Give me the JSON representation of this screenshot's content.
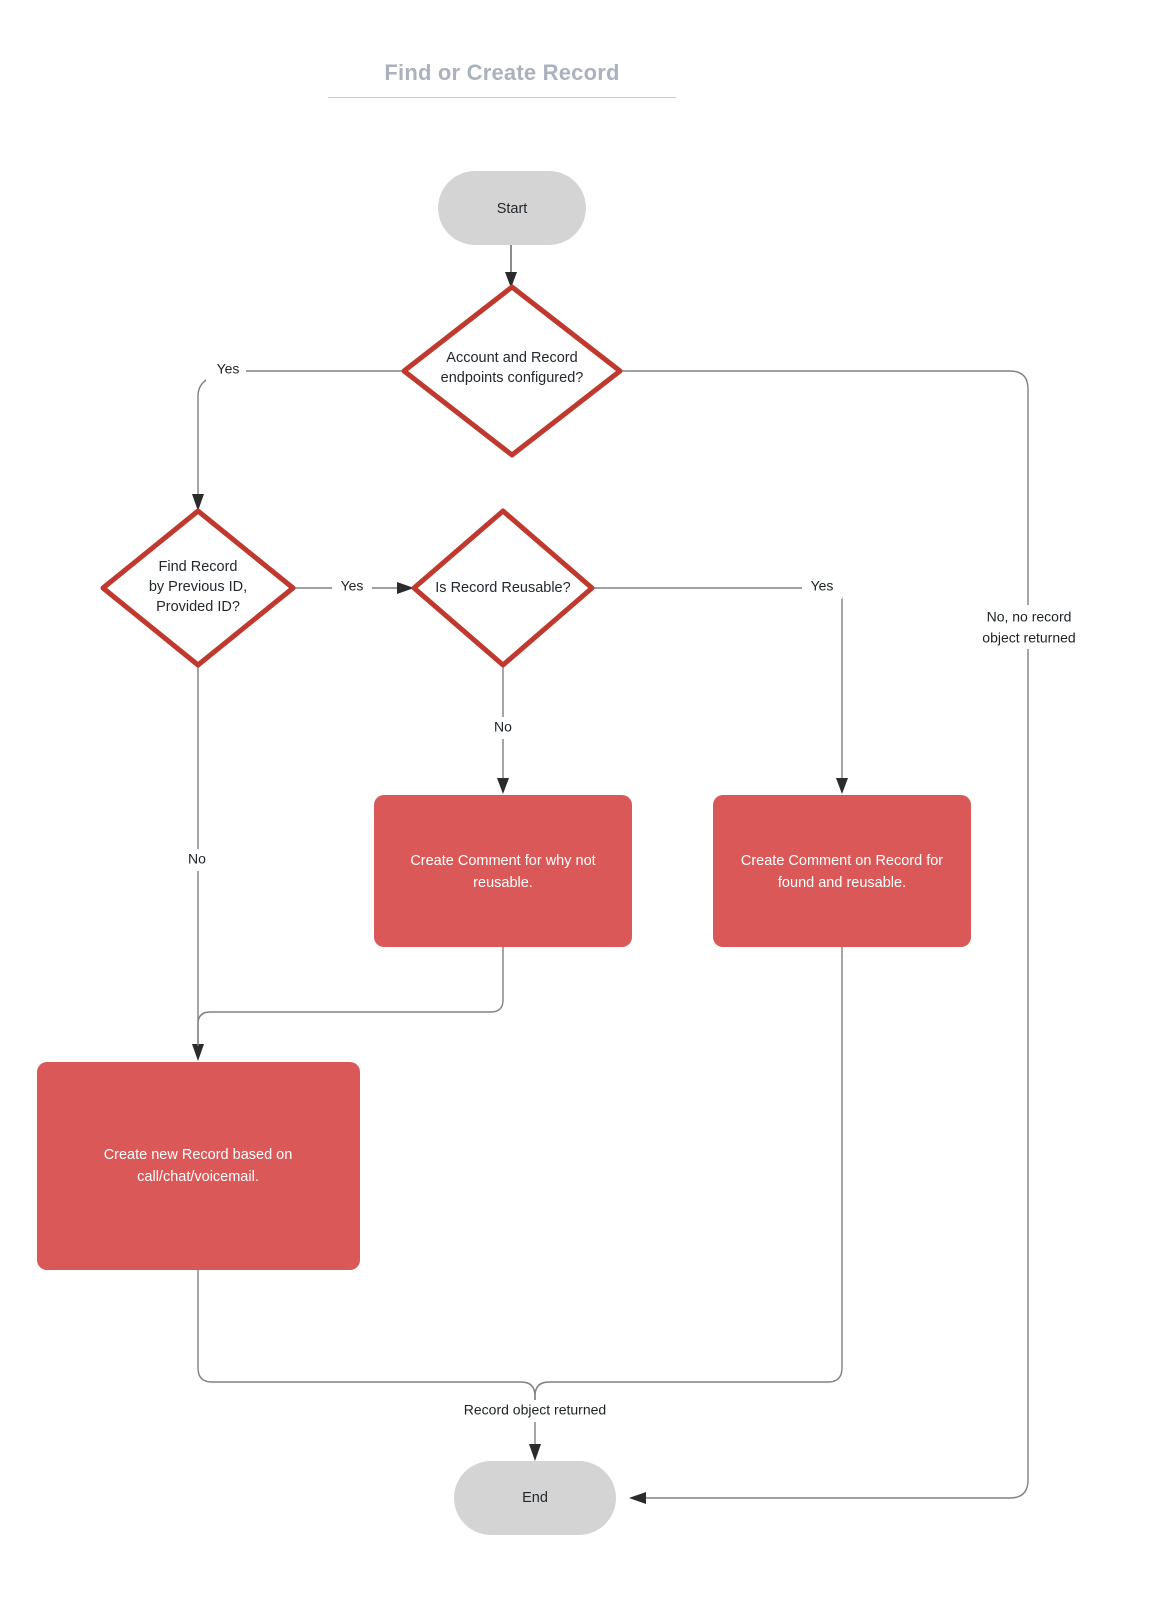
{
  "diagram": {
    "title": "Find or Create Record",
    "type": "flowchart",
    "colors": {
      "title": "#aab2bd",
      "terminal_fill": "#d4d4d4",
      "decision_stroke": "#c0392f",
      "decision_fill": "#ffffff",
      "process_fill": "#db5858",
      "process_text": "#ffffff",
      "edge": "#808080",
      "background": "#ffffff"
    },
    "nodes": [
      {
        "id": "start",
        "shape": "terminal",
        "label": "Start"
      },
      {
        "id": "endpoints",
        "shape": "decision",
        "label_lines": [
          "Account and Record",
          "endpoints configured?"
        ]
      },
      {
        "id": "find_record",
        "shape": "decision",
        "label_lines": [
          "Find Record",
          "by Previous ID,",
          "Provided ID?"
        ]
      },
      {
        "id": "reusable",
        "shape": "decision",
        "label_lines": [
          "Is Record Reusable?"
        ]
      },
      {
        "id": "comment_not_reusable",
        "shape": "process",
        "label_lines": [
          "Create Comment for why not",
          "reusable."
        ]
      },
      {
        "id": "comment_found_reusable",
        "shape": "process",
        "label_lines": [
          "Create Comment on Record for",
          "found and reusable."
        ]
      },
      {
        "id": "create_record",
        "shape": "process",
        "label_lines": [
          "Create new Record based on",
          "call/chat/voicemail."
        ]
      },
      {
        "id": "end",
        "shape": "terminal",
        "label": "End"
      }
    ],
    "edges": [
      {
        "from": "start",
        "to": "endpoints",
        "label": ""
      },
      {
        "from": "endpoints",
        "to": "find_record",
        "label": "Yes"
      },
      {
        "from": "endpoints",
        "to": "end",
        "label_lines": [
          "No, no record",
          "object returned"
        ]
      },
      {
        "from": "find_record",
        "to": "reusable",
        "label": "Yes"
      },
      {
        "from": "find_record",
        "to": "create_record",
        "label": "No"
      },
      {
        "from": "reusable",
        "to": "comment_not_reusable",
        "label": "No"
      },
      {
        "from": "reusable",
        "to": "comment_found_reusable",
        "label": "Yes"
      },
      {
        "from": "comment_not_reusable",
        "to": "create_record",
        "label": ""
      },
      {
        "from": "create_record",
        "to": "end",
        "label": "Record object returned"
      },
      {
        "from": "comment_found_reusable",
        "to": "end",
        "label": ""
      }
    ],
    "edge_labels": {
      "endpoints_yes": "Yes",
      "endpoints_no_line1": "No, no record",
      "endpoints_no_line2": "object returned",
      "find_yes": "Yes",
      "find_no": "No",
      "reusable_no": "No",
      "reusable_yes": "Yes",
      "record_returned": "Record object returned"
    },
    "node_labels": {
      "start": "Start",
      "end": "End",
      "endpoints_l1": "Account and Record",
      "endpoints_l2": "endpoints configured?",
      "find_l1": "Find Record",
      "find_l2": "by Previous ID,",
      "find_l3": "Provided ID?",
      "reusable_l1": "Is Record Reusable?",
      "comment_nr_l1": "Create Comment for why not",
      "comment_nr_l2": "reusable.",
      "comment_fr_l1": "Create Comment on Record for",
      "comment_fr_l2": "found and reusable.",
      "create_l1": "Create new Record based on",
      "create_l2": "call/chat/voicemail."
    }
  }
}
